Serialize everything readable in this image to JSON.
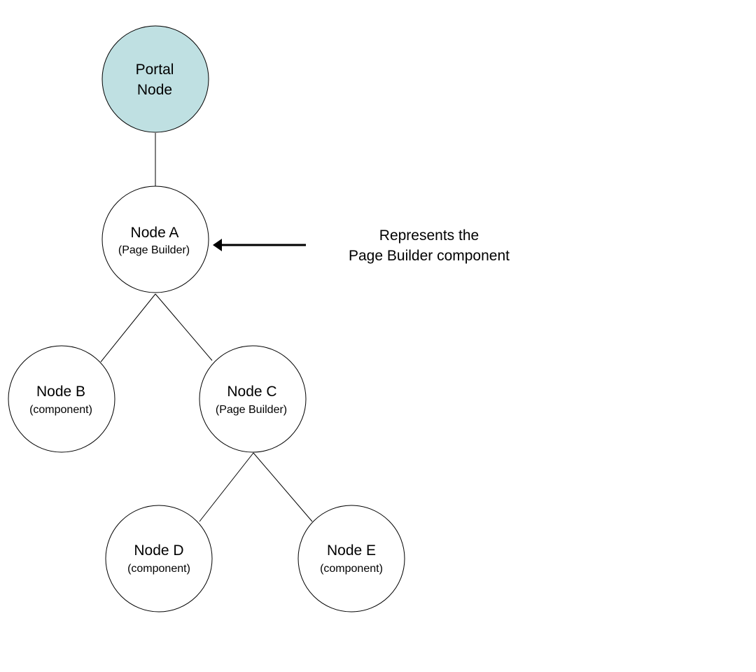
{
  "nodes": {
    "portal": {
      "line1": "Portal",
      "line2": "Node",
      "fill": "#bfe0e2"
    },
    "a": {
      "title": "Node A",
      "sub": "(Page Builder)",
      "fill": "#ffffff"
    },
    "b": {
      "title": "Node B",
      "sub": "(component)",
      "fill": "#ffffff"
    },
    "c": {
      "title": "Node C",
      "sub": "(Page Builder)",
      "fill": "#ffffff"
    },
    "d": {
      "title": "Node D",
      "sub": "(component)",
      "fill": "#ffffff"
    },
    "e": {
      "title": "Node E",
      "sub": "(component)",
      "fill": "#ffffff"
    }
  },
  "annotation": {
    "line1": "Represents the",
    "line2": "Page Builder component"
  }
}
